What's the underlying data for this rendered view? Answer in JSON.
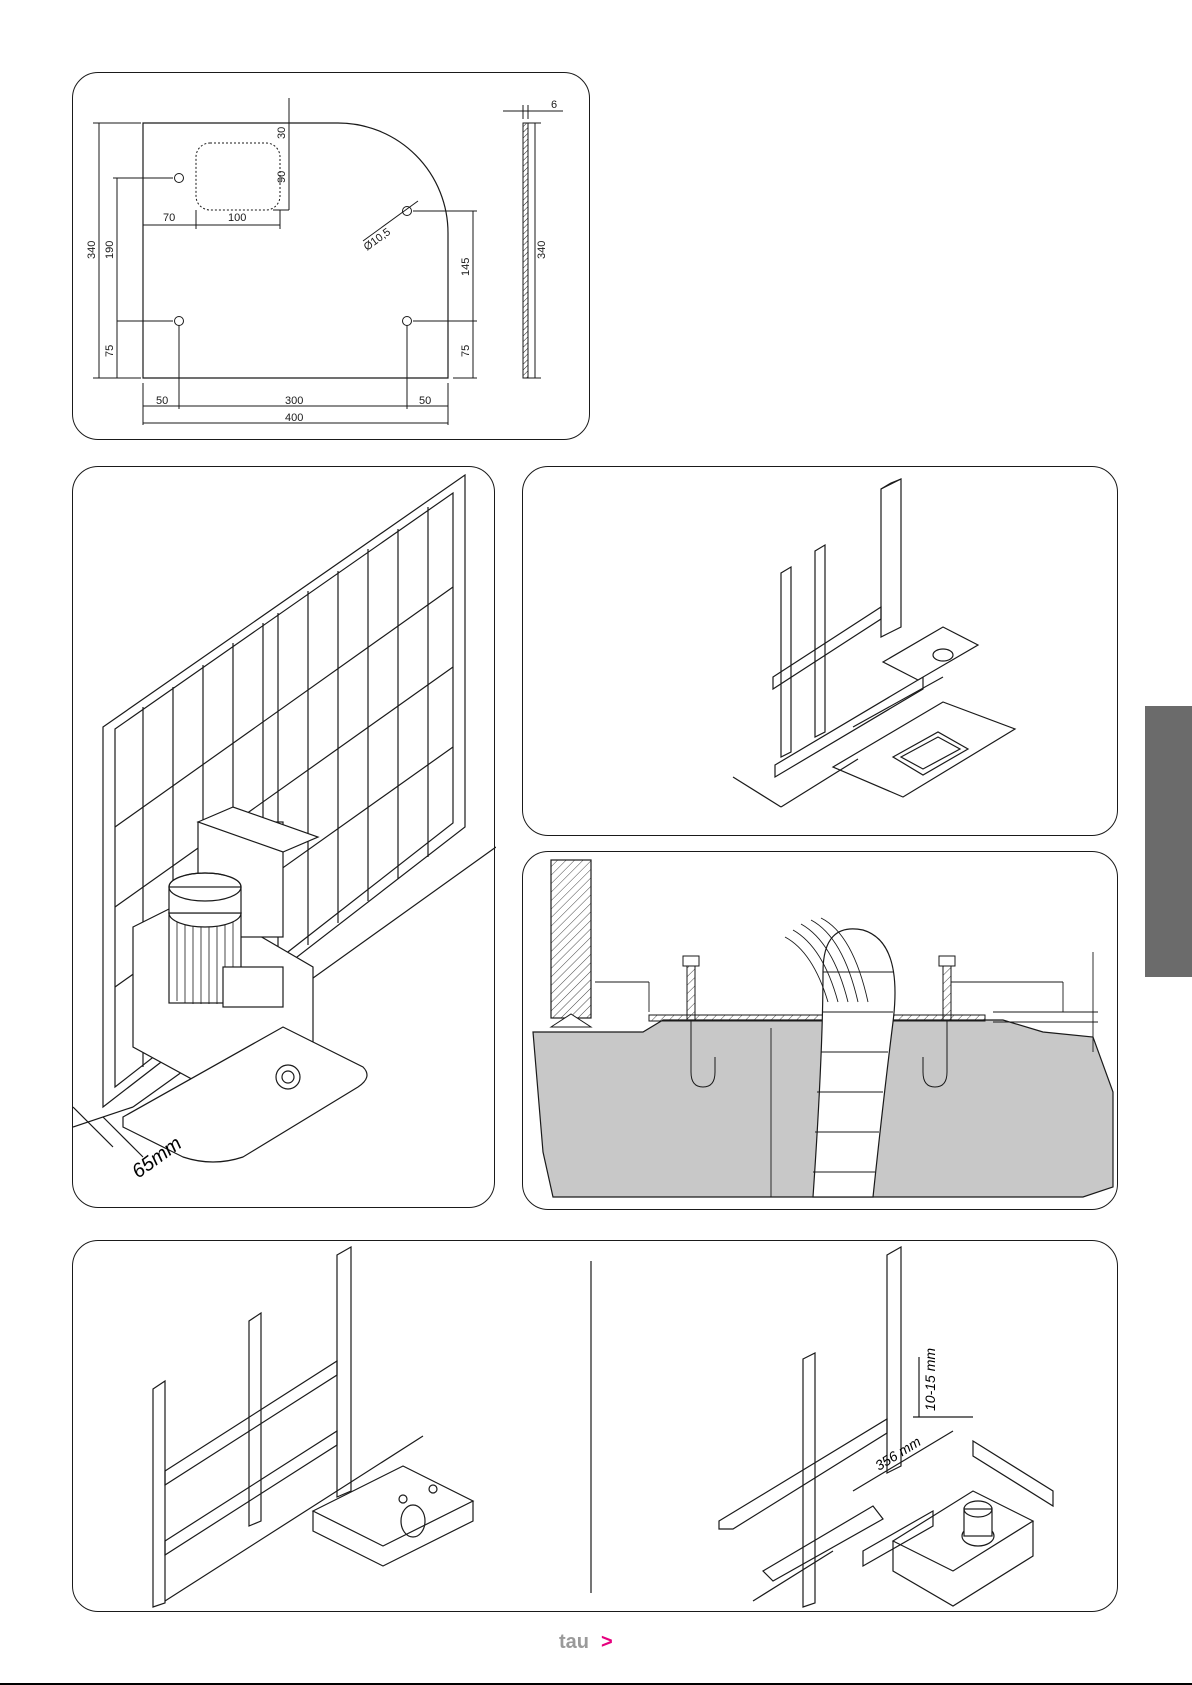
{
  "plate_drawing": {
    "dims": {
      "top_offset": "30",
      "slot_height": "90",
      "left_offset": "70",
      "slot_width": "100",
      "hole_dia": "Ø10,5",
      "height_total": "340",
      "height_upper": "190",
      "height_lower": "75",
      "right_span": "145",
      "right_lower": "75",
      "bottom_left": "50",
      "bottom_mid": "300",
      "bottom_right": "50",
      "width_total": "400",
      "thickness": "6",
      "side_height": "340"
    }
  },
  "gate_view": {
    "label": "65mm"
  },
  "bottom_right": {
    "height_label": "10-15 mm",
    "offset_label": "356 mm"
  },
  "footer": {
    "logo_text": "tau",
    "logo_mark": ">",
    "logo_color": "#9a9a9a",
    "mark_color": "#e6007e"
  },
  "colors": {
    "ground": "#c8c8c8",
    "tab": "#6b6b6b"
  }
}
